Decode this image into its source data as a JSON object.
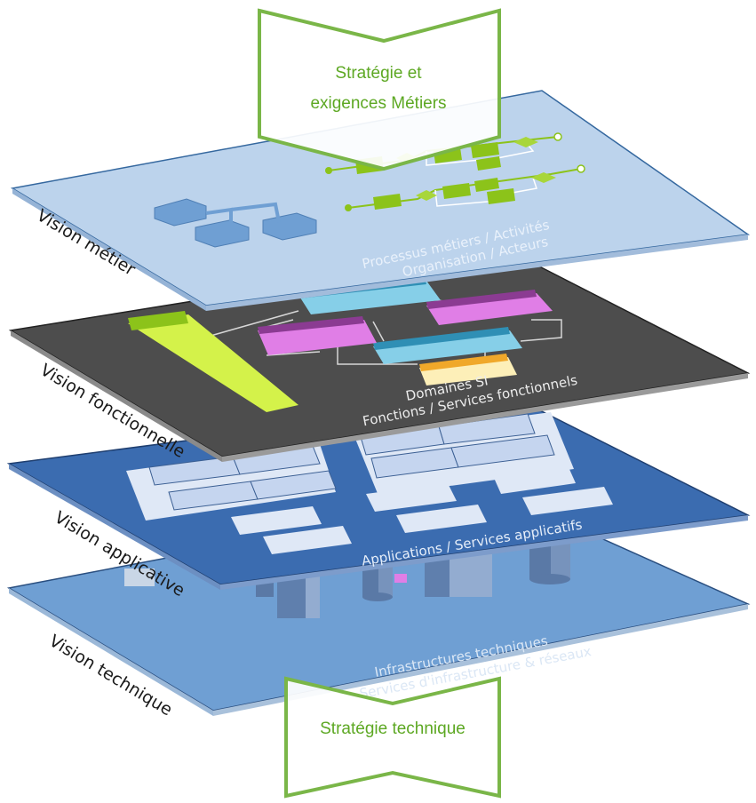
{
  "colors": {
    "arrow": "#7ab648",
    "arrow_text": "#5da823",
    "metier_plane": "#bcd3ec",
    "fonctionnelle_plane": "#4d4d4d",
    "applicative_plane": "#3b6cb0",
    "technique_plane": "#6f9fd3",
    "lime": "#d4f24a",
    "magenta": "#e07ee6",
    "cyan": "#86cfe8",
    "light_yellow": "#fdefb8",
    "green_shape": "#8cc31a"
  },
  "arrows": {
    "top": {
      "line1": "Stratégie et",
      "line2": "exigences Métiers"
    },
    "bottom": {
      "label": "Stratégie technique"
    }
  },
  "layers": [
    {
      "id": "metier",
      "side_label": "Vision métier",
      "text1": "Processus métiers / Activités",
      "text2": "Organisation / Acteurs"
    },
    {
      "id": "fonctionnelle",
      "side_label": "Vision fonctionnelle",
      "text1": "Domaines SI",
      "text2": "Fonctions / Services fonctionnels"
    },
    {
      "id": "applicative",
      "side_label": "Vision applicative",
      "text1": "Applications / Services applicatifs",
      "text2": ""
    },
    {
      "id": "technique",
      "side_label": "Vision technique",
      "text1": "Infrastructures techniques",
      "text2": "Services d'infrastructure & réseaux"
    }
  ]
}
